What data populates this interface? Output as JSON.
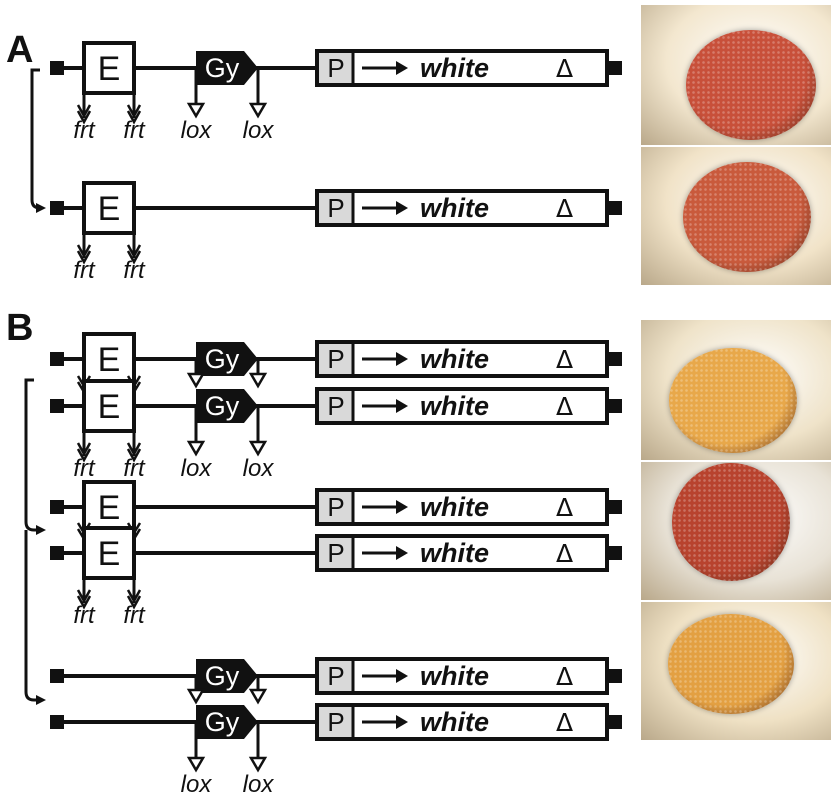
{
  "panels": {
    "a": "A",
    "b": "B"
  },
  "labels": {
    "enhancer": "E",
    "gypsy": "Gy",
    "promoter": "P",
    "gene": "white",
    "delta": "Δ",
    "flp_site": "frt",
    "lox_site": "lox"
  },
  "photos": [
    {
      "name": "eye-photo-a-top",
      "eye_color": "#c8503a",
      "bg": "#f3e7cf"
    },
    {
      "name": "eye-photo-a-bottom",
      "eye_color": "#c95a3c",
      "bg": "#f1e3c8"
    },
    {
      "name": "eye-photo-b-top",
      "eye_color": "#e8a84a",
      "bg": "#efe3c9"
    },
    {
      "name": "eye-photo-b-middle",
      "eye_color": "#b8432e",
      "bg": "#e8e2d6"
    },
    {
      "name": "eye-photo-b-bottom",
      "eye_color": "#e3a042",
      "bg": "#efe1c4"
    }
  ],
  "colors": {
    "line": "#111111",
    "gypsy_fill": "#111111",
    "promoter_fill": "#d9d9d9"
  }
}
